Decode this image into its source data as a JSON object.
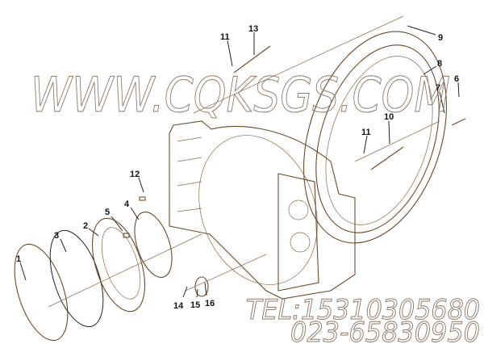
{
  "diagram": {
    "callouts": [
      {
        "id": "c13",
        "text": "13"
      },
      {
        "id": "c11a",
        "text": "11"
      },
      {
        "id": "c9",
        "text": "9"
      },
      {
        "id": "c8",
        "text": "8"
      },
      {
        "id": "c6",
        "text": "6"
      },
      {
        "id": "c7",
        "text": "7"
      },
      {
        "id": "c10",
        "text": "10"
      },
      {
        "id": "c11b",
        "text": "11"
      },
      {
        "id": "c12",
        "text": "12"
      },
      {
        "id": "c5",
        "text": "5"
      },
      {
        "id": "c4",
        "text": "4"
      },
      {
        "id": "c2",
        "text": "2"
      },
      {
        "id": "c3",
        "text": "3"
      },
      {
        "id": "c1",
        "text": "1"
      },
      {
        "id": "c14",
        "text": "14"
      },
      {
        "id": "c15",
        "text": "15"
      },
      {
        "id": "c16",
        "text": "16"
      }
    ],
    "watermark": {
      "site": "WWW.CQKSGS.COM",
      "tel": "TEL:15310305680",
      "phone": "023-65830950"
    },
    "colors": {
      "line": "#6b4a2a",
      "watermark": "#8a7a6a"
    }
  }
}
